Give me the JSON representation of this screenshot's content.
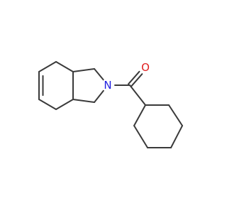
{
  "molecule": {
    "atoms": [
      {
        "id": "c_ring_top",
        "element": "C"
      },
      {
        "id": "c_ring_ul",
        "element": "C"
      },
      {
        "id": "c_alkene_1",
        "element": "C"
      },
      {
        "id": "c_alkene_2",
        "element": "C"
      },
      {
        "id": "c_ring_ll",
        "element": "C"
      },
      {
        "id": "c_ring_bottom",
        "element": "C"
      },
      {
        "id": "ch2_upper",
        "element": "C"
      },
      {
        "id": "n_amide",
        "element": "N",
        "label": "N"
      },
      {
        "id": "ch2_lower",
        "element": "C"
      },
      {
        "id": "c_carbonyl",
        "element": "C"
      },
      {
        "id": "o_carbonyl",
        "element": "O",
        "label": "O"
      },
      {
        "id": "chx_c1",
        "element": "C"
      },
      {
        "id": "chx_c2",
        "element": "C"
      },
      {
        "id": "chx_c3",
        "element": "C"
      },
      {
        "id": "chx_c4",
        "element": "C"
      },
      {
        "id": "chx_c5",
        "element": "C"
      },
      {
        "id": "chx_c6",
        "element": "C"
      }
    ],
    "bonds": [
      {
        "a": "c_ring_top",
        "b": "c_ring_ul",
        "order": 1
      },
      {
        "a": "c_ring_ul",
        "b": "c_alkene_1",
        "order": 1
      },
      {
        "a": "c_alkene_1",
        "b": "c_alkene_2",
        "order": 2
      },
      {
        "a": "c_alkene_2",
        "b": "c_ring_ll",
        "order": 1
      },
      {
        "a": "c_ring_ll",
        "b": "c_ring_bottom",
        "order": 1
      },
      {
        "a": "c_ring_bottom",
        "b": "c_ring_top",
        "order": 1
      },
      {
        "a": "c_ring_top",
        "b": "ch2_upper",
        "order": 1
      },
      {
        "a": "ch2_upper",
        "b": "n_amide",
        "order": 1
      },
      {
        "a": "n_amide",
        "b": "ch2_lower",
        "order": 1
      },
      {
        "a": "ch2_lower",
        "b": "c_ring_bottom",
        "order": 1
      },
      {
        "a": "n_amide",
        "b": "c_carbonyl",
        "order": 1
      },
      {
        "a": "c_carbonyl",
        "b": "o_carbonyl",
        "order": 2
      },
      {
        "a": "c_carbonyl",
        "b": "chx_c1",
        "order": 1
      },
      {
        "a": "chx_c1",
        "b": "chx_c2",
        "order": 1
      },
      {
        "a": "chx_c2",
        "b": "chx_c3",
        "order": 1
      },
      {
        "a": "chx_c3",
        "b": "chx_c4",
        "order": 1
      },
      {
        "a": "chx_c4",
        "b": "chx_c5",
        "order": 1
      },
      {
        "a": "chx_c5",
        "b": "chx_c6",
        "order": 1
      },
      {
        "a": "chx_c6",
        "b": "chx_c1",
        "order": 1
      }
    ]
  },
  "colors": {
    "bond": "#3a3a3a",
    "nitrogen": "#1f1fe0",
    "oxygen": "#e01f1f",
    "background": "#ffffff"
  }
}
